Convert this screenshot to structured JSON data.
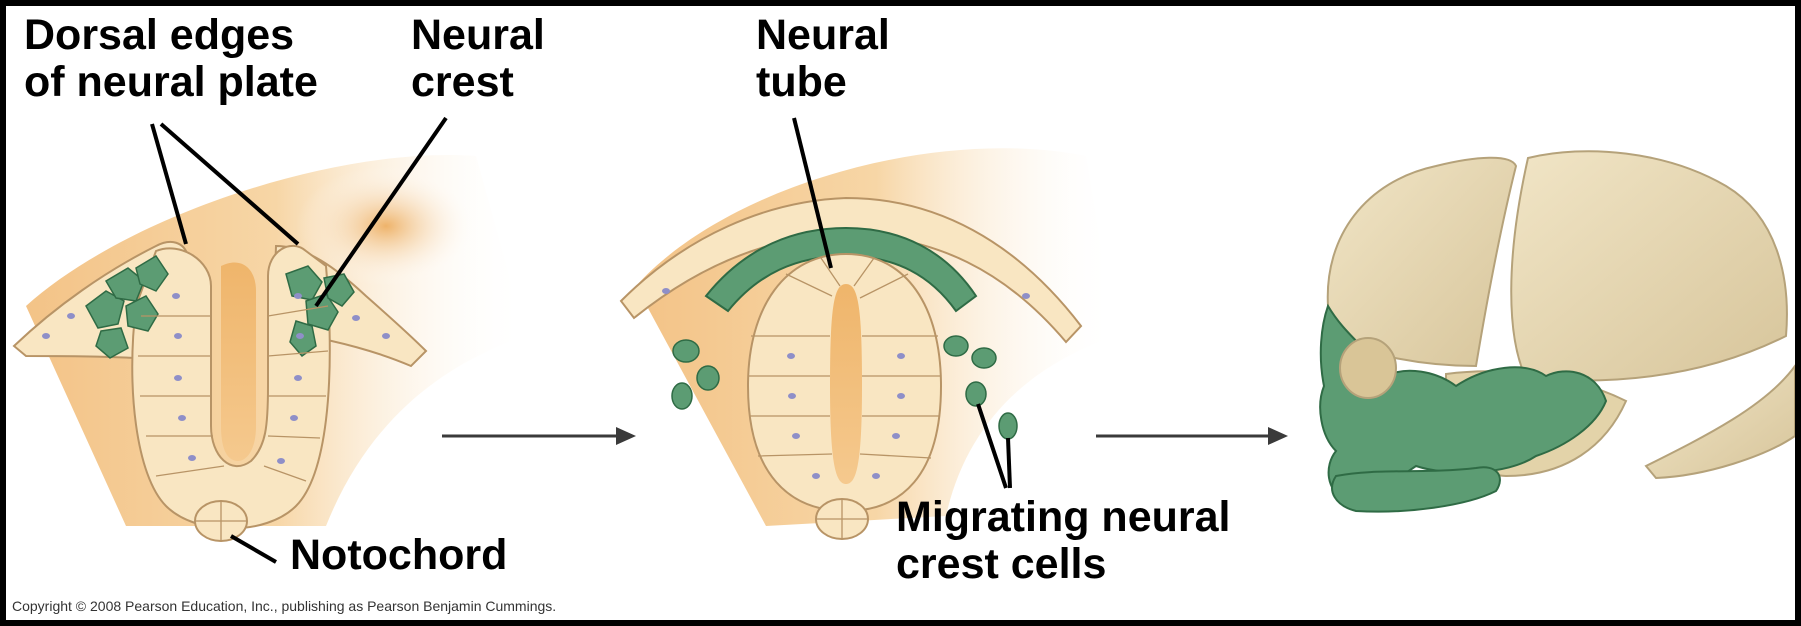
{
  "labels": {
    "dorsal_edges": {
      "line1": "Dorsal edges",
      "line2": "of neural plate"
    },
    "neural_crest": {
      "line1": "Neural",
      "line2": "crest"
    },
    "neural_tube": {
      "line1": "Neural",
      "line2": "tube"
    },
    "notochord": "Notochord",
    "migrating": {
      "line1": "Migrating neural",
      "line2": "crest cells"
    }
  },
  "copyright": "Copyright © 2008 Pearson Education, Inc., publishing as Pearson Benjamin Cummings.",
  "colors": {
    "cell_fill": "#f9e6c2",
    "cell_stroke": "#b89466",
    "crest_green": "#5c9c73",
    "lumen": "#eeb36a",
    "embryo_body": "#f5c98e",
    "skull_bone": "#e8d9b4",
    "background": "#ffffff",
    "frame": "#000000"
  },
  "icons": [
    "right-arrow-icon",
    "right-arrow-icon"
  ]
}
